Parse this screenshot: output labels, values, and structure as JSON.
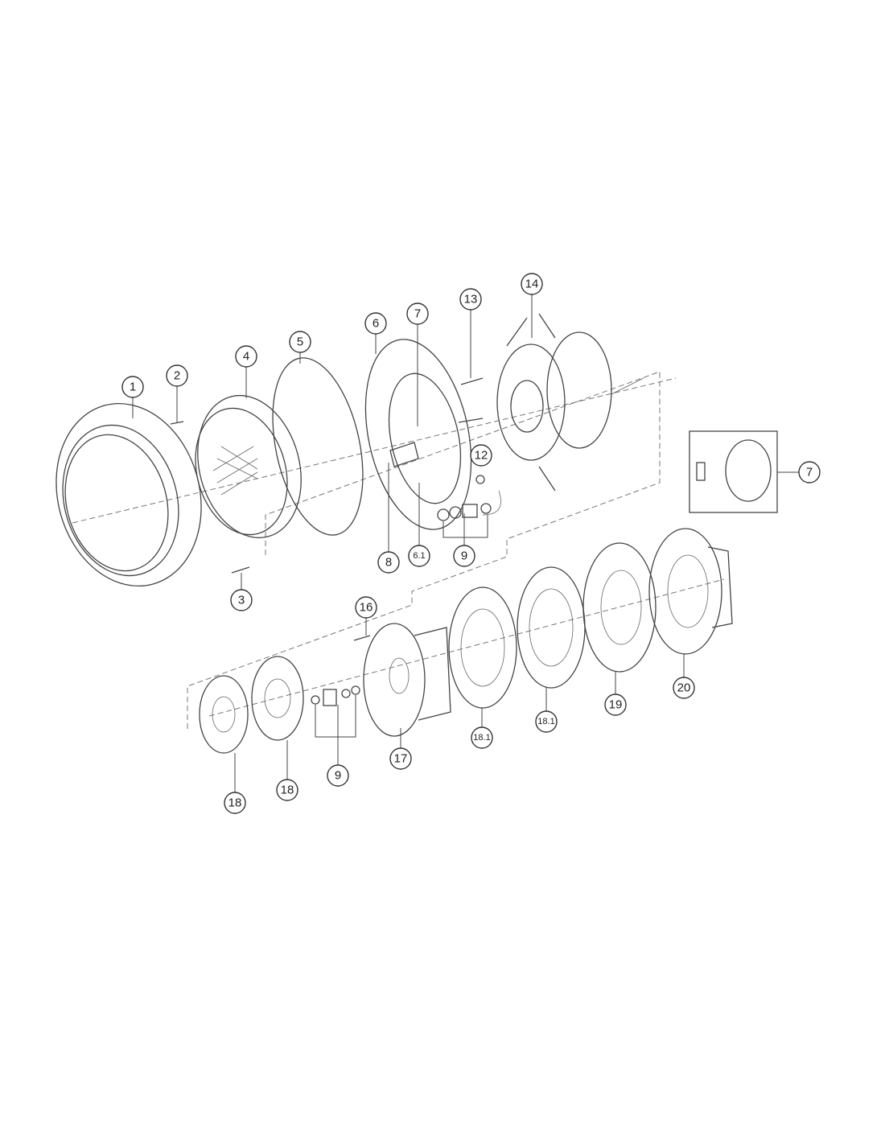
{
  "diagram": {
    "type": "exploded-parts-view",
    "labels": {
      "p1": "1",
      "p2": "2",
      "p3": "3",
      "p4": "4",
      "p5": "5",
      "p6": "6",
      "p7": "7",
      "p8": "8",
      "p6_1": "6.1",
      "p9": "9",
      "p12": "12",
      "p13": "13",
      "p14": "14",
      "p7_box": "7",
      "p16": "16",
      "p17": "17",
      "p18a": "18",
      "p18b": "18",
      "p9b": "9",
      "p18_1a": "18.1",
      "p18_1b": "18.1",
      "p19": "19",
      "p20": "20"
    }
  }
}
